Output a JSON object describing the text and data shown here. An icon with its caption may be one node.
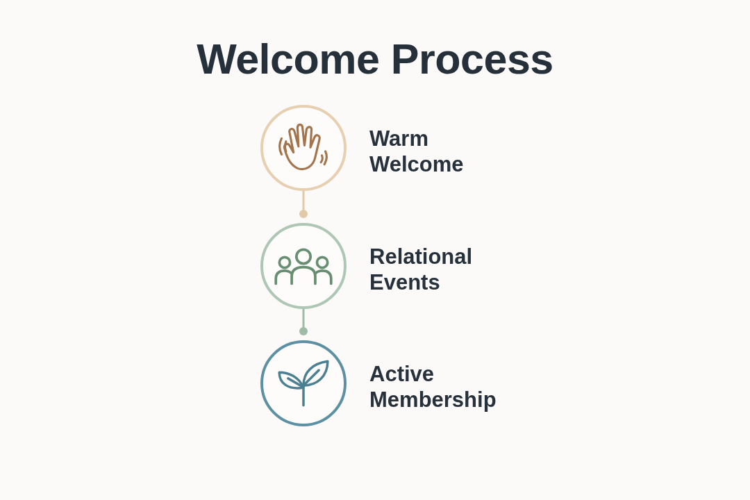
{
  "diagram": {
    "title": "Welcome Process",
    "nodes": [
      {
        "text": [],
        "shape": "circle",
        "beside": [
          "Warm Welcome"
        ]
      },
      {
        "text": [],
        "shape": "circle",
        "beside": [
          "Relational Events"
        ]
      },
      {
        "text": [],
        "shape": "circle",
        "beside": [
          "Active Membership"
        ]
      }
    ],
    "edges": [
      {
        "from": 0,
        "to": 1,
        "arrow": "other",
        "color": "#e3c9a8"
      },
      {
        "from": 1,
        "to": 2,
        "arrow": "other",
        "color": "#9dbba5"
      }
    ]
  }
}
